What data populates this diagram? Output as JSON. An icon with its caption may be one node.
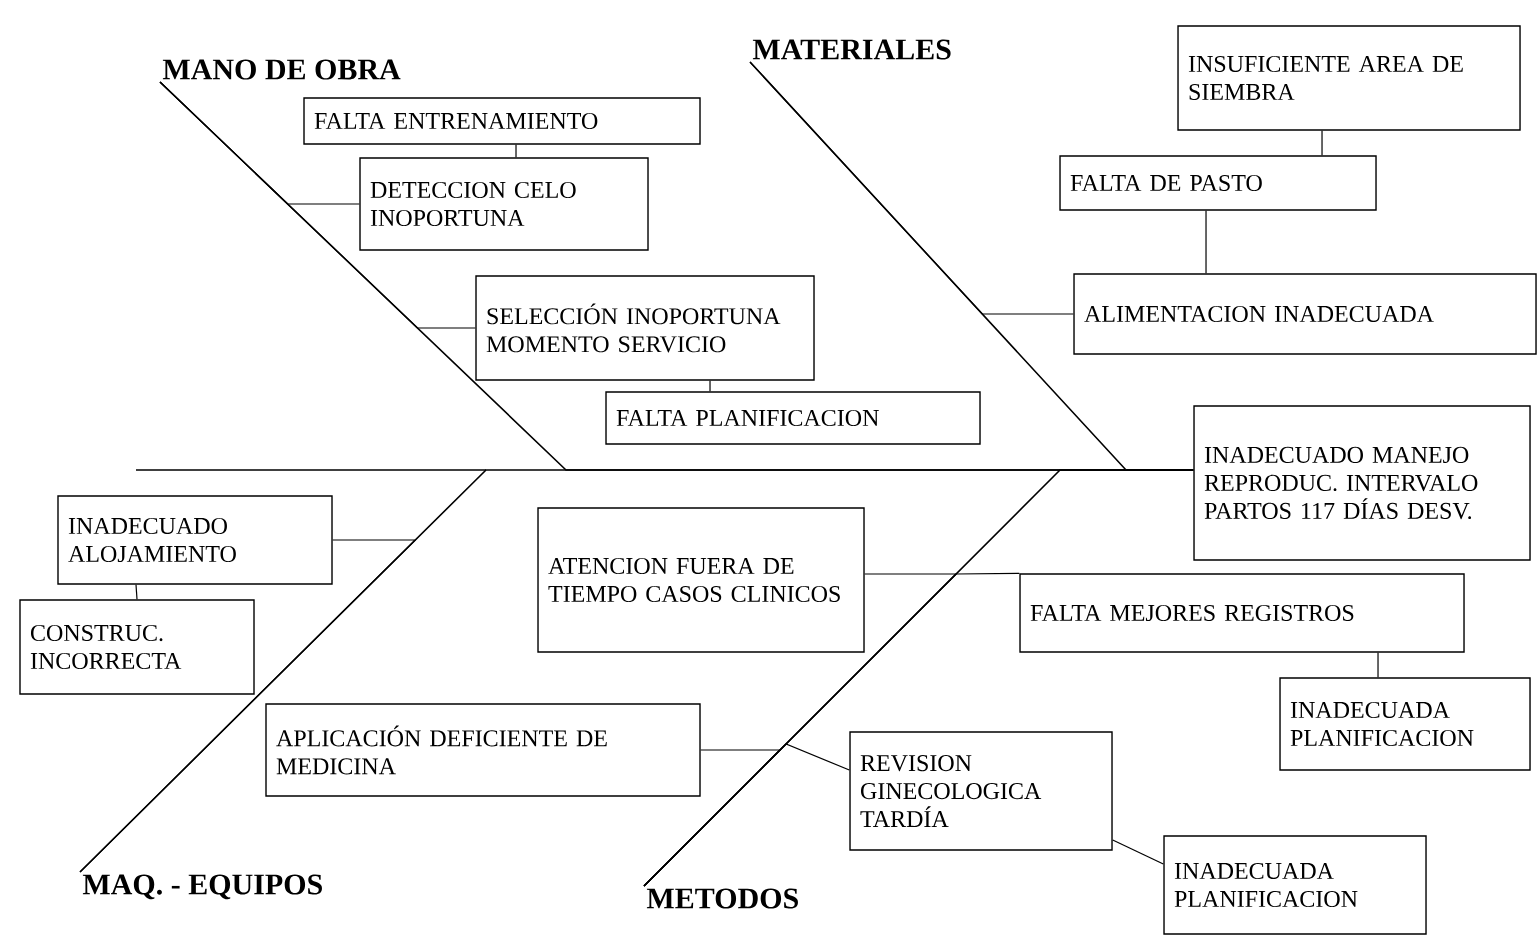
{
  "diagram": {
    "nodes": [
      {
        "text": [
          "MANO DE OBRA"
        ]
      },
      {
        "text": [
          "MATERIALES"
        ]
      },
      {
        "text": [
          "FALTA ENTRENAMIENTO"
        ]
      },
      {
        "text": [
          "INSUFICIENTE AREA DE SIEMBRA"
        ]
      },
      {
        "text": [
          "DETECCION CELO INOPORTUNA"
        ]
      },
      {
        "text": [
          "FALTA DE PASTO"
        ]
      },
      {
        "text": [
          "SELECCIÓN INOPORTUNA MOMENTO SERVICIO"
        ]
      },
      {
        "text": [
          "ALIMENTACION INADECUADA"
        ]
      },
      {
        "text": [
          "FALTA PLANIFICACION"
        ]
      },
      {
        "text": [
          "INADECUADO MANEJO REPRODUC. INTERVALO PARTOS 117 DÍAS DESV."
        ]
      },
      {
        "text": [
          "INADECUADO ALOJAMIENTO"
        ]
      },
      {
        "text": [
          "ATENCION FUERA DE TIEMPO CASOS CLINICOS"
        ]
      },
      {
        "text": [
          "CONSTRUC. INCORRECTA"
        ]
      },
      {
        "text": [
          "FALTA MEJORES REGISTROS"
        ]
      },
      {
        "text": [
          "INADECUADA PLANIFICACION"
        ]
      },
      {
        "text": [
          "APLICACIÓN DEFICIENTE DE MEDICINA"
        ]
      },
      {
        "text": [
          "REVISION GINECOLOGICA TARDÍA"
        ]
      },
      {
        "text": [
          "INADECUADA PLANIFICACION"
        ]
      },
      {
        "text": [
          "MAQ. - EQUIPOS"
        ]
      },
      {
        "text": [
          "METODOS"
        ]
      }
    ],
    "edges": [
      {
        "from": 0,
        "to": 9,
        "arrow": "none"
      },
      {
        "from": 1,
        "to": 9,
        "arrow": "none"
      },
      {
        "from": 18,
        "to": 9,
        "arrow": "none"
      },
      {
        "from": 19,
        "to": 9,
        "arrow": "none"
      },
      {
        "from": 2,
        "to": 4,
        "arrow": "none"
      },
      {
        "from": 4,
        "to": 0,
        "arrow": "none"
      },
      {
        "from": 8,
        "to": 6,
        "arrow": "none"
      },
      {
        "from": 6,
        "to": 0,
        "arrow": "none"
      },
      {
        "from": 3,
        "to": 5,
        "arrow": "none"
      },
      {
        "from": 5,
        "to": 7,
        "arrow": "none"
      },
      {
        "from": 7,
        "to": 1,
        "arrow": "none"
      },
      {
        "from": 12,
        "to": 10,
        "arrow": "none"
      },
      {
        "from": 10,
        "to": 18,
        "arrow": "none"
      },
      {
        "from": 11,
        "to": 19,
        "arrow": "none"
      },
      {
        "from": 13,
        "to": 19,
        "arrow": "none"
      },
      {
        "from": 14,
        "to": 13,
        "arrow": "none"
      },
      {
        "from": 15,
        "to": 19,
        "arrow": "none"
      },
      {
        "from": 16,
        "to": 19,
        "arrow": "none"
      },
      {
        "from": 17,
        "to": 16,
        "arrow": "none"
      }
    ]
  }
}
